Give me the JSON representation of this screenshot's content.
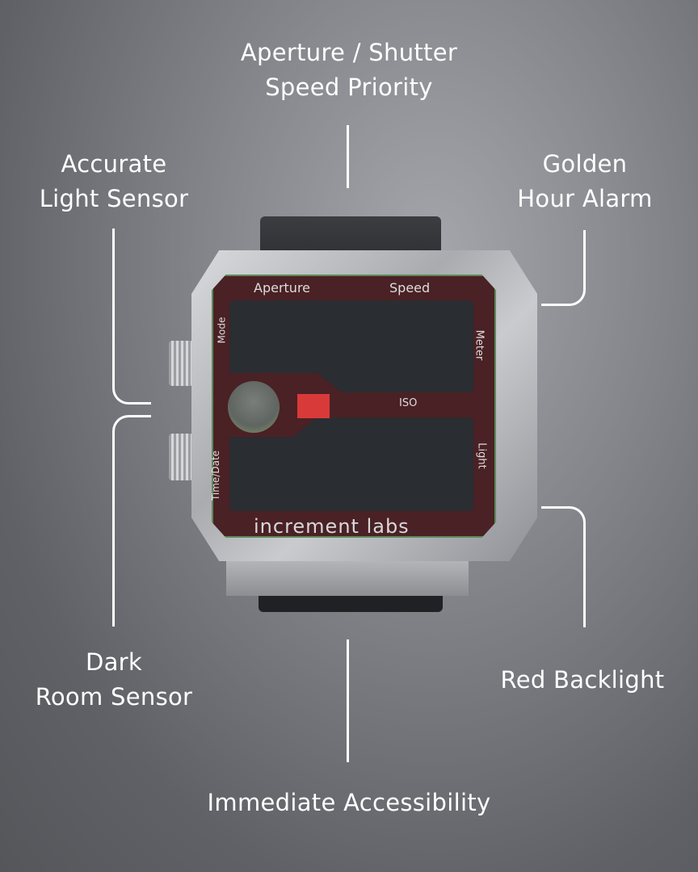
{
  "callouts": {
    "top": [
      "Aperture / Shutter",
      "Speed Priority"
    ],
    "top_left": [
      "Accurate",
      "Light Sensor"
    ],
    "top_right": [
      "Golden",
      "Hour Alarm"
    ],
    "bottom_left": [
      "Dark",
      "Room Sensor"
    ],
    "bottom_right": "Red Backlight",
    "bottom": "Immediate Accessibility"
  },
  "watch": {
    "aperture": "Aperture",
    "speed": "Speed",
    "mode": "Mode",
    "meter": "Meter",
    "iso": "ISO",
    "time_date": "Time/Date",
    "light": "Light",
    "brand": "increment labs",
    "logo_color": "#d83a3a",
    "gold_button_color": "#c8961e"
  }
}
